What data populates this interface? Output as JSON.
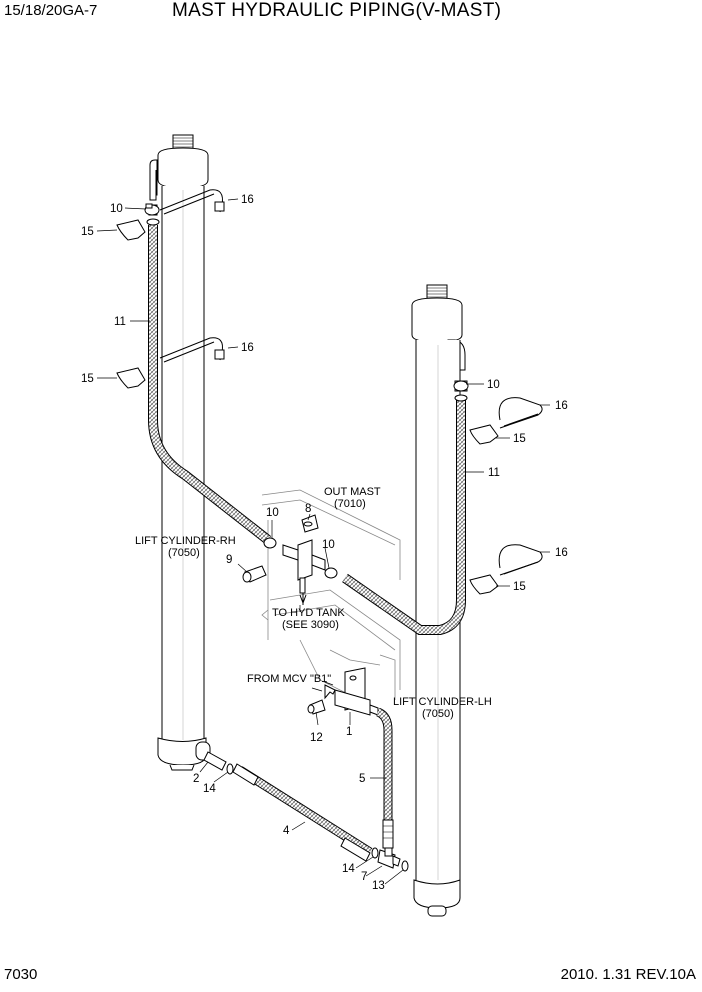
{
  "header": {
    "model": "15/18/20GA-7",
    "title": "MAST HYDRAULIC PIPING(V-MAST)"
  },
  "footer": {
    "page": "7030",
    "revision": "2010. 1.31  REV.10A"
  },
  "labels": {
    "out_mast": "OUT MAST",
    "out_mast_ref": "(7010)",
    "lift_rh": "LIFT CYLINDER-RH",
    "lift_rh_ref": "(7050)",
    "lift_lh": "LIFT CYLINDER-LH",
    "lift_lh_ref": "(7050)",
    "hyd_tank": "TO HYD TANK",
    "hyd_tank_ref": "(SEE 3090)",
    "from_mcv": "FROM MCV \"B1\""
  },
  "callouts": {
    "p1": "1",
    "p2": "2",
    "p4": "4",
    "p5": "5",
    "p7": "7",
    "p8": "8",
    "p9": "9",
    "p10a": "10",
    "p10b": "10",
    "p10c": "10",
    "p10d": "10",
    "p11a": "11",
    "p11b": "11",
    "p12": "12",
    "p13": "13",
    "p14a": "14",
    "p14b": "14",
    "p15a": "15",
    "p15b": "15",
    "p15c": "15",
    "p15d": "15",
    "p16a": "16",
    "p16b": "16",
    "p16c": "16",
    "p16d": "16"
  }
}
